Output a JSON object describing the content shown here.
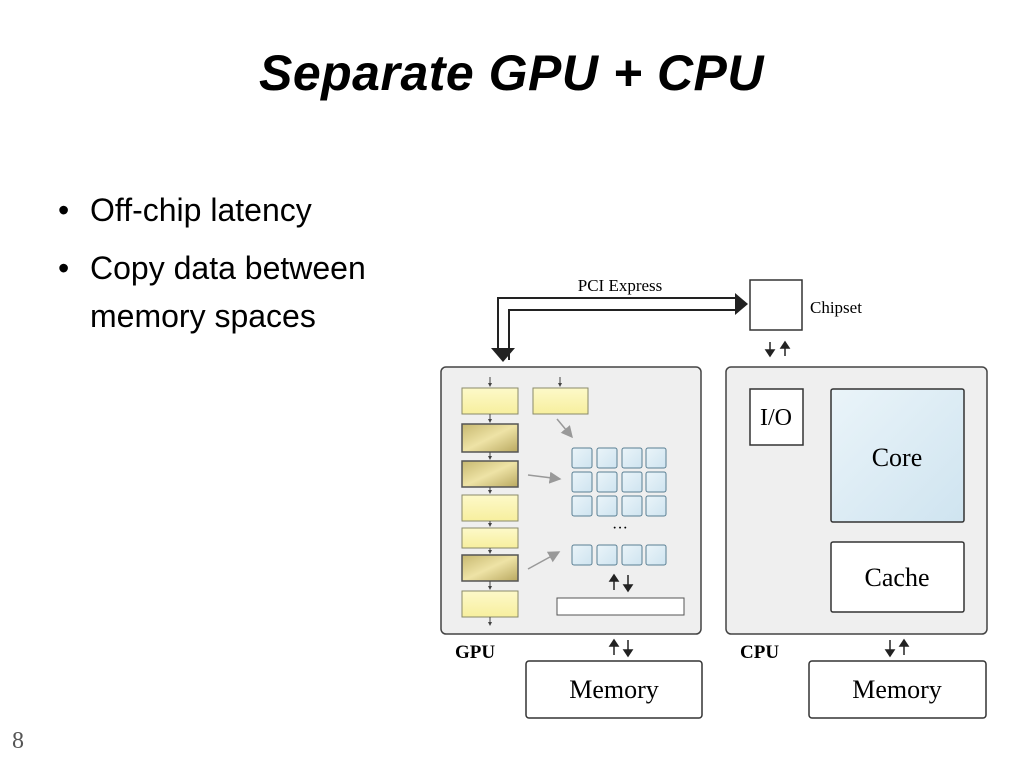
{
  "slide": {
    "title": "Separate GPU + CPU",
    "bullets": [
      "Off-chip latency",
      "Copy data between memory spaces"
    ],
    "page_number": "8"
  },
  "diagram": {
    "pci_label": "PCI Express",
    "chipset_label": "Chipset",
    "gpu_label": "GPU",
    "cpu_label": "CPU",
    "io_label": "I/O",
    "core_label": "Core",
    "cache_label": "Cache",
    "gpu_memory_label": "Memory",
    "cpu_memory_label": "Memory",
    "ellipsis": "···",
    "colors": {
      "yellow": "#fbf6b4",
      "gold": "#d9cc84",
      "light_blue": "#d9ebf4",
      "box_bg": "#efefef"
    }
  }
}
